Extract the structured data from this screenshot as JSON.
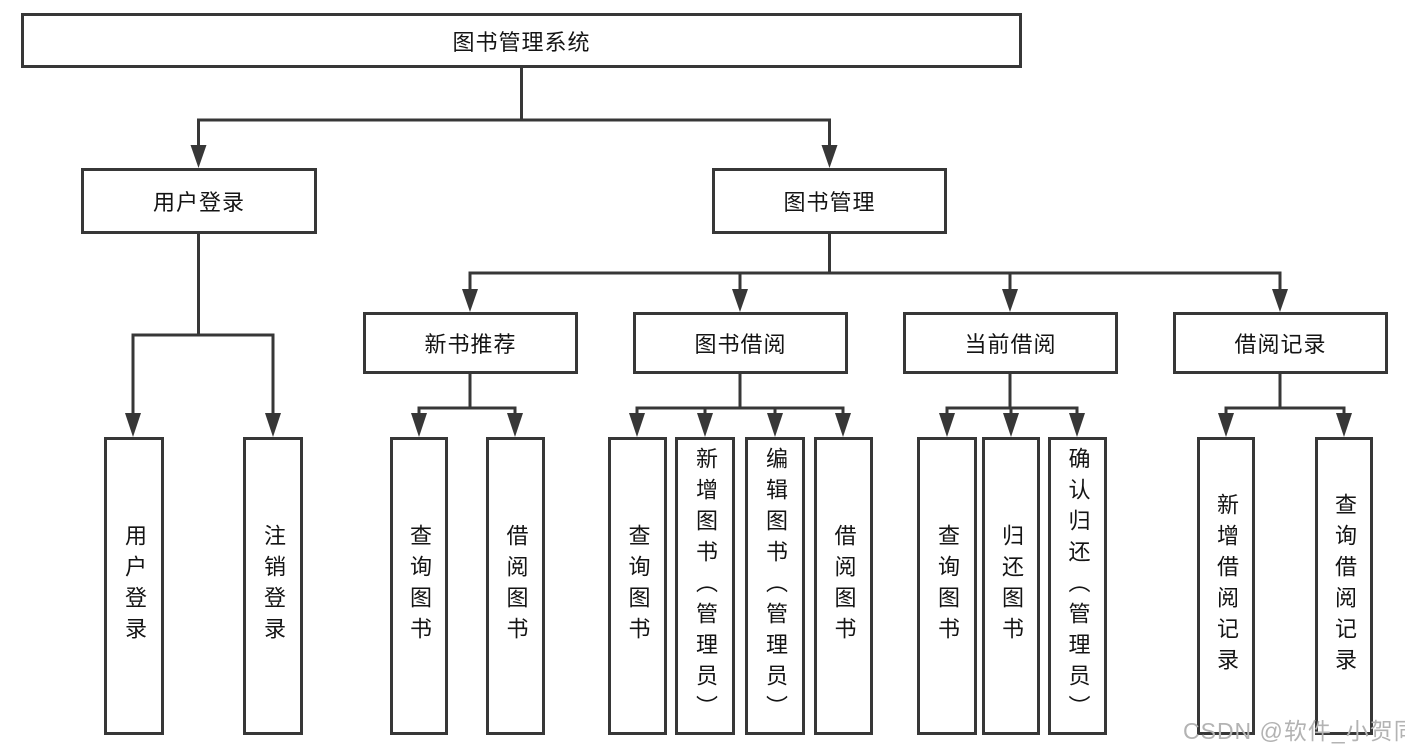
{
  "tree": {
    "label": "图书管理系统",
    "children": [
      {
        "label": "用户登录",
        "children": [
          {
            "label": "用户登录"
          },
          {
            "label": "注销登录"
          }
        ]
      },
      {
        "label": "图书管理",
        "children": [
          {
            "label": "新书推荐",
            "children": [
              {
                "label": "查询图书"
              },
              {
                "label": "借阅图书"
              }
            ]
          },
          {
            "label": "图书借阅",
            "children": [
              {
                "label": "查询图书"
              },
              {
                "label": "新增图书（管理员）"
              },
              {
                "label": "编辑图书（管理员）"
              },
              {
                "label": "借阅图书"
              }
            ]
          },
          {
            "label": "当前借阅",
            "children": [
              {
                "label": "查询图书"
              },
              {
                "label": "归还图书"
              },
              {
                "label": "确认归还（管理员）"
              }
            ]
          },
          {
            "label": "借阅记录",
            "children": [
              {
                "label": "新增借阅记录"
              },
              {
                "label": "查询借阅记录"
              }
            ]
          }
        ]
      }
    ]
  },
  "watermark": {
    "text": "CSDN @软件_小贺同学"
  },
  "colors": {
    "line": "#373737",
    "text": "#141414",
    "background": "#ffffff",
    "watermark": "#b3b3b3"
  }
}
